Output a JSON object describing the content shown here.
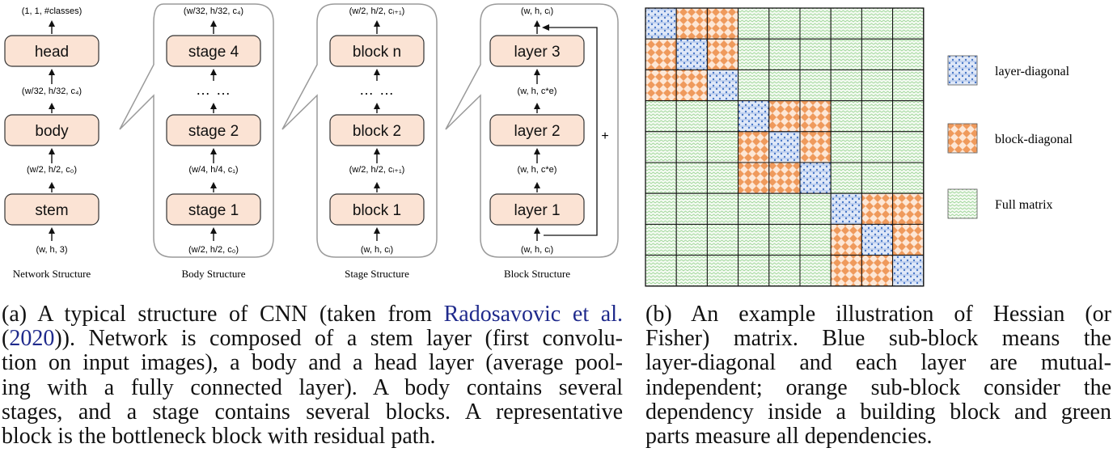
{
  "panel_a": {
    "network": {
      "title": "Network Structure",
      "blocks": [
        "stem",
        "body",
        "head"
      ],
      "input": "(w, h, 3)",
      "dims": [
        "(w/2, h/2, c₀)",
        "(w/32, h/32, c₄)"
      ],
      "output": "(1, 1, #classes)"
    },
    "body": {
      "title": "Body Structure",
      "blocks": [
        "stage 1",
        "stage 2",
        "stage 4"
      ],
      "input": "(w/2, h/2, c₀)",
      "dims": [
        "(w/4, h/4, c₁)"
      ],
      "output": "(w/32, h/32, c₄)",
      "ellipsis": "… …"
    },
    "stage": {
      "title": "Stage Structure",
      "blocks": [
        "block 1",
        "block 2",
        "block n"
      ],
      "input": "(w, h, cᵢ)",
      "dims": [
        "(w/2, h/2, cᵢ₊₁)"
      ],
      "output": "(w/2, h/2, cᵢ₊₁)",
      "ellipsis": "… …"
    },
    "block": {
      "title": "Block Structure",
      "blocks": [
        "layer 1",
        "layer 2",
        "layer 3"
      ],
      "input": "(w, h, cᵢ)",
      "dims": [
        "(w, h, c*e)",
        "(w, h, c*e)"
      ],
      "output": "(w, h, cᵢ)",
      "residual_label": "+"
    },
    "colors": {
      "block_fill": "#fbe3d4",
      "block_stroke": "#333333",
      "callout_stroke": "#999999"
    }
  },
  "panel_b": {
    "grid_size": 9,
    "layers_per_block": 3,
    "legend": [
      {
        "key": "layer",
        "label": "layer-diagonal"
      },
      {
        "key": "block",
        "label": "block-diagonal"
      },
      {
        "key": "full",
        "label": "Full matrix"
      }
    ],
    "colors": {
      "layer": "#4a78c8",
      "layer_bg": "#dfe8f8",
      "block": "#ef9a5c",
      "block_bg": "#fde7d6",
      "full": "#8fcf88",
      "full_bg": "#eef8ec"
    }
  },
  "captions": {
    "a": {
      "lines": [
        [
          "(a) A typical structure of CNN (taken from ",
          "Radosavovic et al."
        ],
        [
          "(",
          "2020",
          ")).  Network is composed of a stem layer (first convolu-"
        ],
        [
          "tion on input images), a body and a head layer (average pool-"
        ],
        [
          "ing with a fully connected layer).  A body contains several"
        ],
        [
          "stages, and a stage contains several blocks.  A representative"
        ],
        [
          "block is the bottleneck block with residual path."
        ]
      ]
    },
    "b": {
      "lines": [
        "(b)  An  example  illustration  of  Hessian  (or",
        "Fisher)  matrix.    Blue  sub-block  means  the",
        "layer-diagonal  and  each  layer  are  mutual-",
        "independent;  orange  sub-block  consider  the",
        "dependency inside a building block and green",
        "parts measure all dependencies."
      ]
    }
  }
}
